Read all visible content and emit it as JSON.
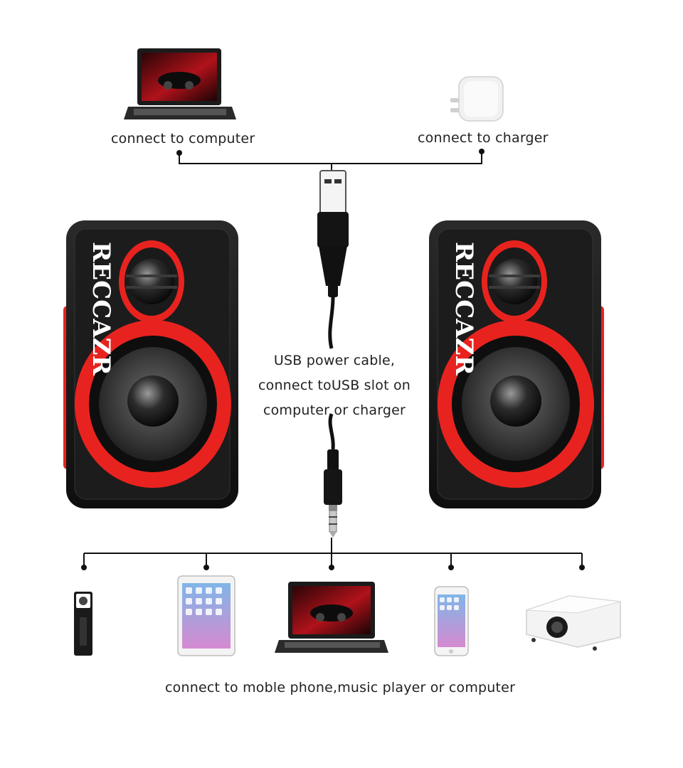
{
  "labels": {
    "connect_computer": "connect to computer",
    "connect_charger": "connect to charger",
    "usb_line1": "USB power cable,",
    "usb_line2": "connect toUSB slot on",
    "usb_line3": "computer or charger",
    "bottom": "connect to moble phone,music player or computer"
  },
  "brand": {
    "logo_text": "RECCAZR"
  },
  "colors": {
    "speaker_red": "#e8231f",
    "speaker_black": "#151515",
    "line": "#111111"
  }
}
